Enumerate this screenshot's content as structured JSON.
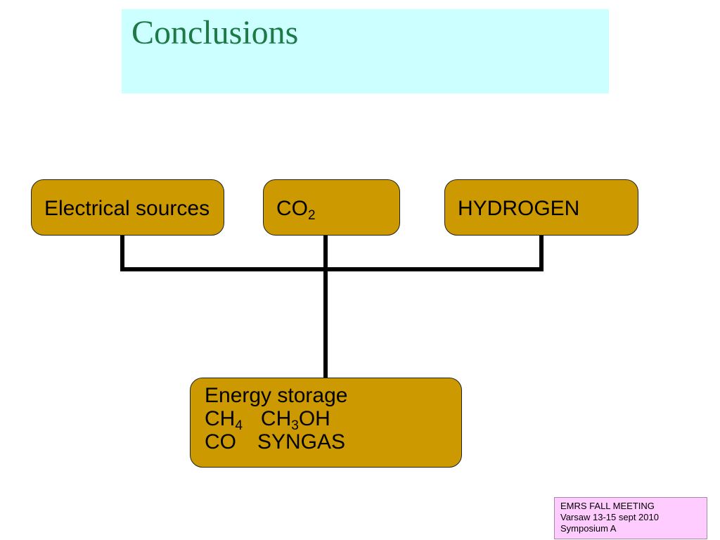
{
  "slide": {
    "title": "Conclusions",
    "title_color": "#1d7a45",
    "title_background": "#ccffff"
  },
  "diagram": {
    "box_color": "#cc9900",
    "connector_color": "#000000",
    "sources": [
      {
        "label": "Electrical sources"
      },
      {
        "label_main": "CO",
        "label_sub": "2"
      },
      {
        "label": "HYDROGEN"
      }
    ],
    "storage": {
      "heading": "Energy storage",
      "row2": [
        {
          "main": "CH",
          "sub": "4"
        },
        {
          "main": "CH",
          "sub": "3",
          "suffix": "OH"
        }
      ],
      "row3": [
        "CO",
        "SYNGAS"
      ]
    }
  },
  "footer": {
    "lines": [
      "EMRS FALL MEETING",
      "Varsaw 13-15 sept 2010",
      "Symposium A"
    ],
    "background": "#ffccff"
  }
}
